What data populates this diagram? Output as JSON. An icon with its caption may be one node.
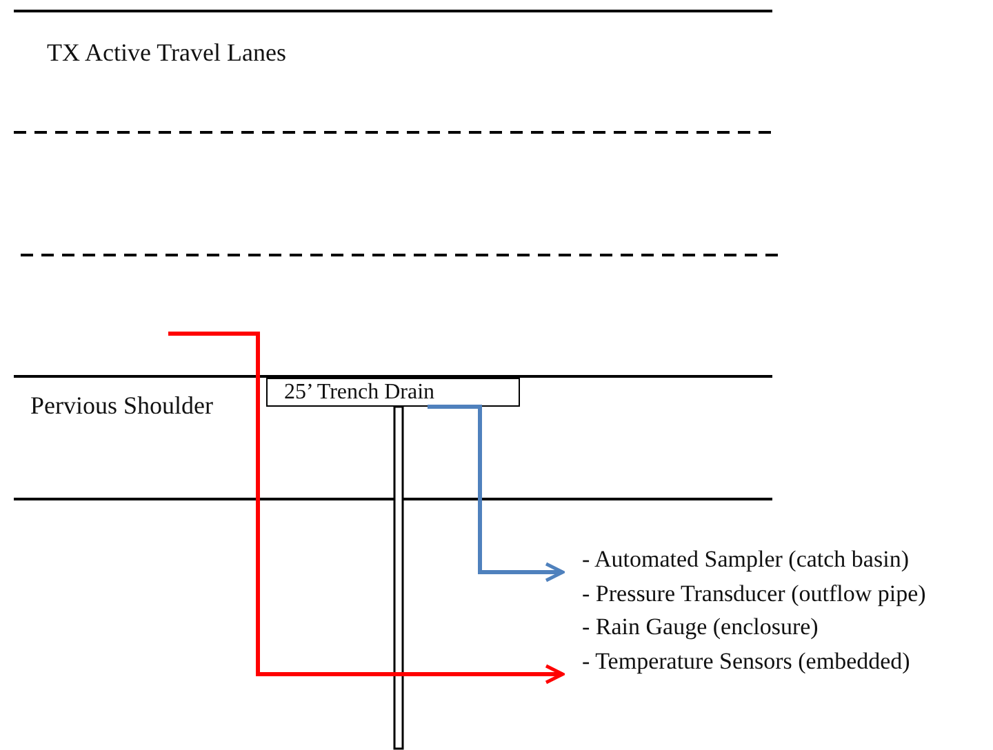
{
  "diagram": {
    "nodes": [
      {
        "text": [
          "25’ Trench Drain"
        ]
      },
      {
        "text": [
          "- Automated Sampler (catch basin)"
        ]
      },
      {
        "text": [
          "- Temperature Sensors (embedded)"
        ]
      }
    ],
    "edges": [
      {
        "from": 0,
        "to": 1,
        "arrow": "to",
        "color": "#4f81bd"
      },
      {
        "from": null,
        "to": 2,
        "arrow": "to",
        "color": "#ff0000"
      }
    ],
    "labels": [
      "TX Active Travel Lanes",
      "Pervious Shoulder",
      "- Pressure Transducer (outflow pipe)",
      "- Rain Gauge (enclosure)"
    ]
  }
}
